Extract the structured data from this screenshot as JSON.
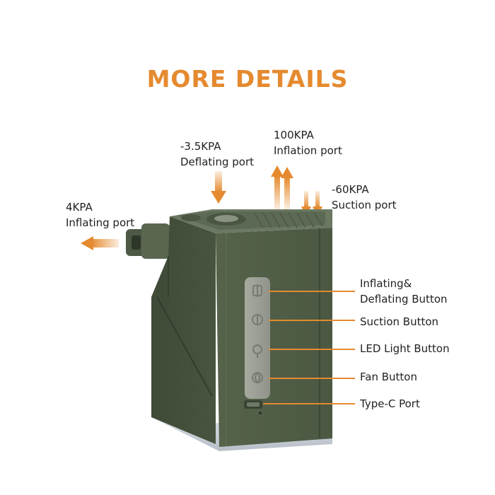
{
  "title": "MORE DETAILS",
  "accent_color": "#e58a2f",
  "device_color": "#515e47",
  "callouts": {
    "inflating_port": {
      "line1": "4KPA",
      "line2": "Inflating port"
    },
    "deflating_port": {
      "line1": "-3.5KPA",
      "line2": "Deflating port"
    },
    "inflation_port": {
      "line1": "100KPA",
      "line2": "Inflation port"
    },
    "suction_port": {
      "line1": "-60KPA",
      "line2": "Suction port"
    },
    "inflating_deflating_button": {
      "line1": "Inflating&",
      "line2": "Deflating Button"
    },
    "suction_button": {
      "label": "Suction Button"
    },
    "led_light_button": {
      "label": "LED Light Button"
    },
    "fan_button": {
      "label": "Fan Button"
    },
    "type_c_port": {
      "label": "Type-C Port"
    }
  },
  "icons": [
    "inflate-deflate-icon",
    "suction-icon",
    "light-icon",
    "fan-icon"
  ]
}
